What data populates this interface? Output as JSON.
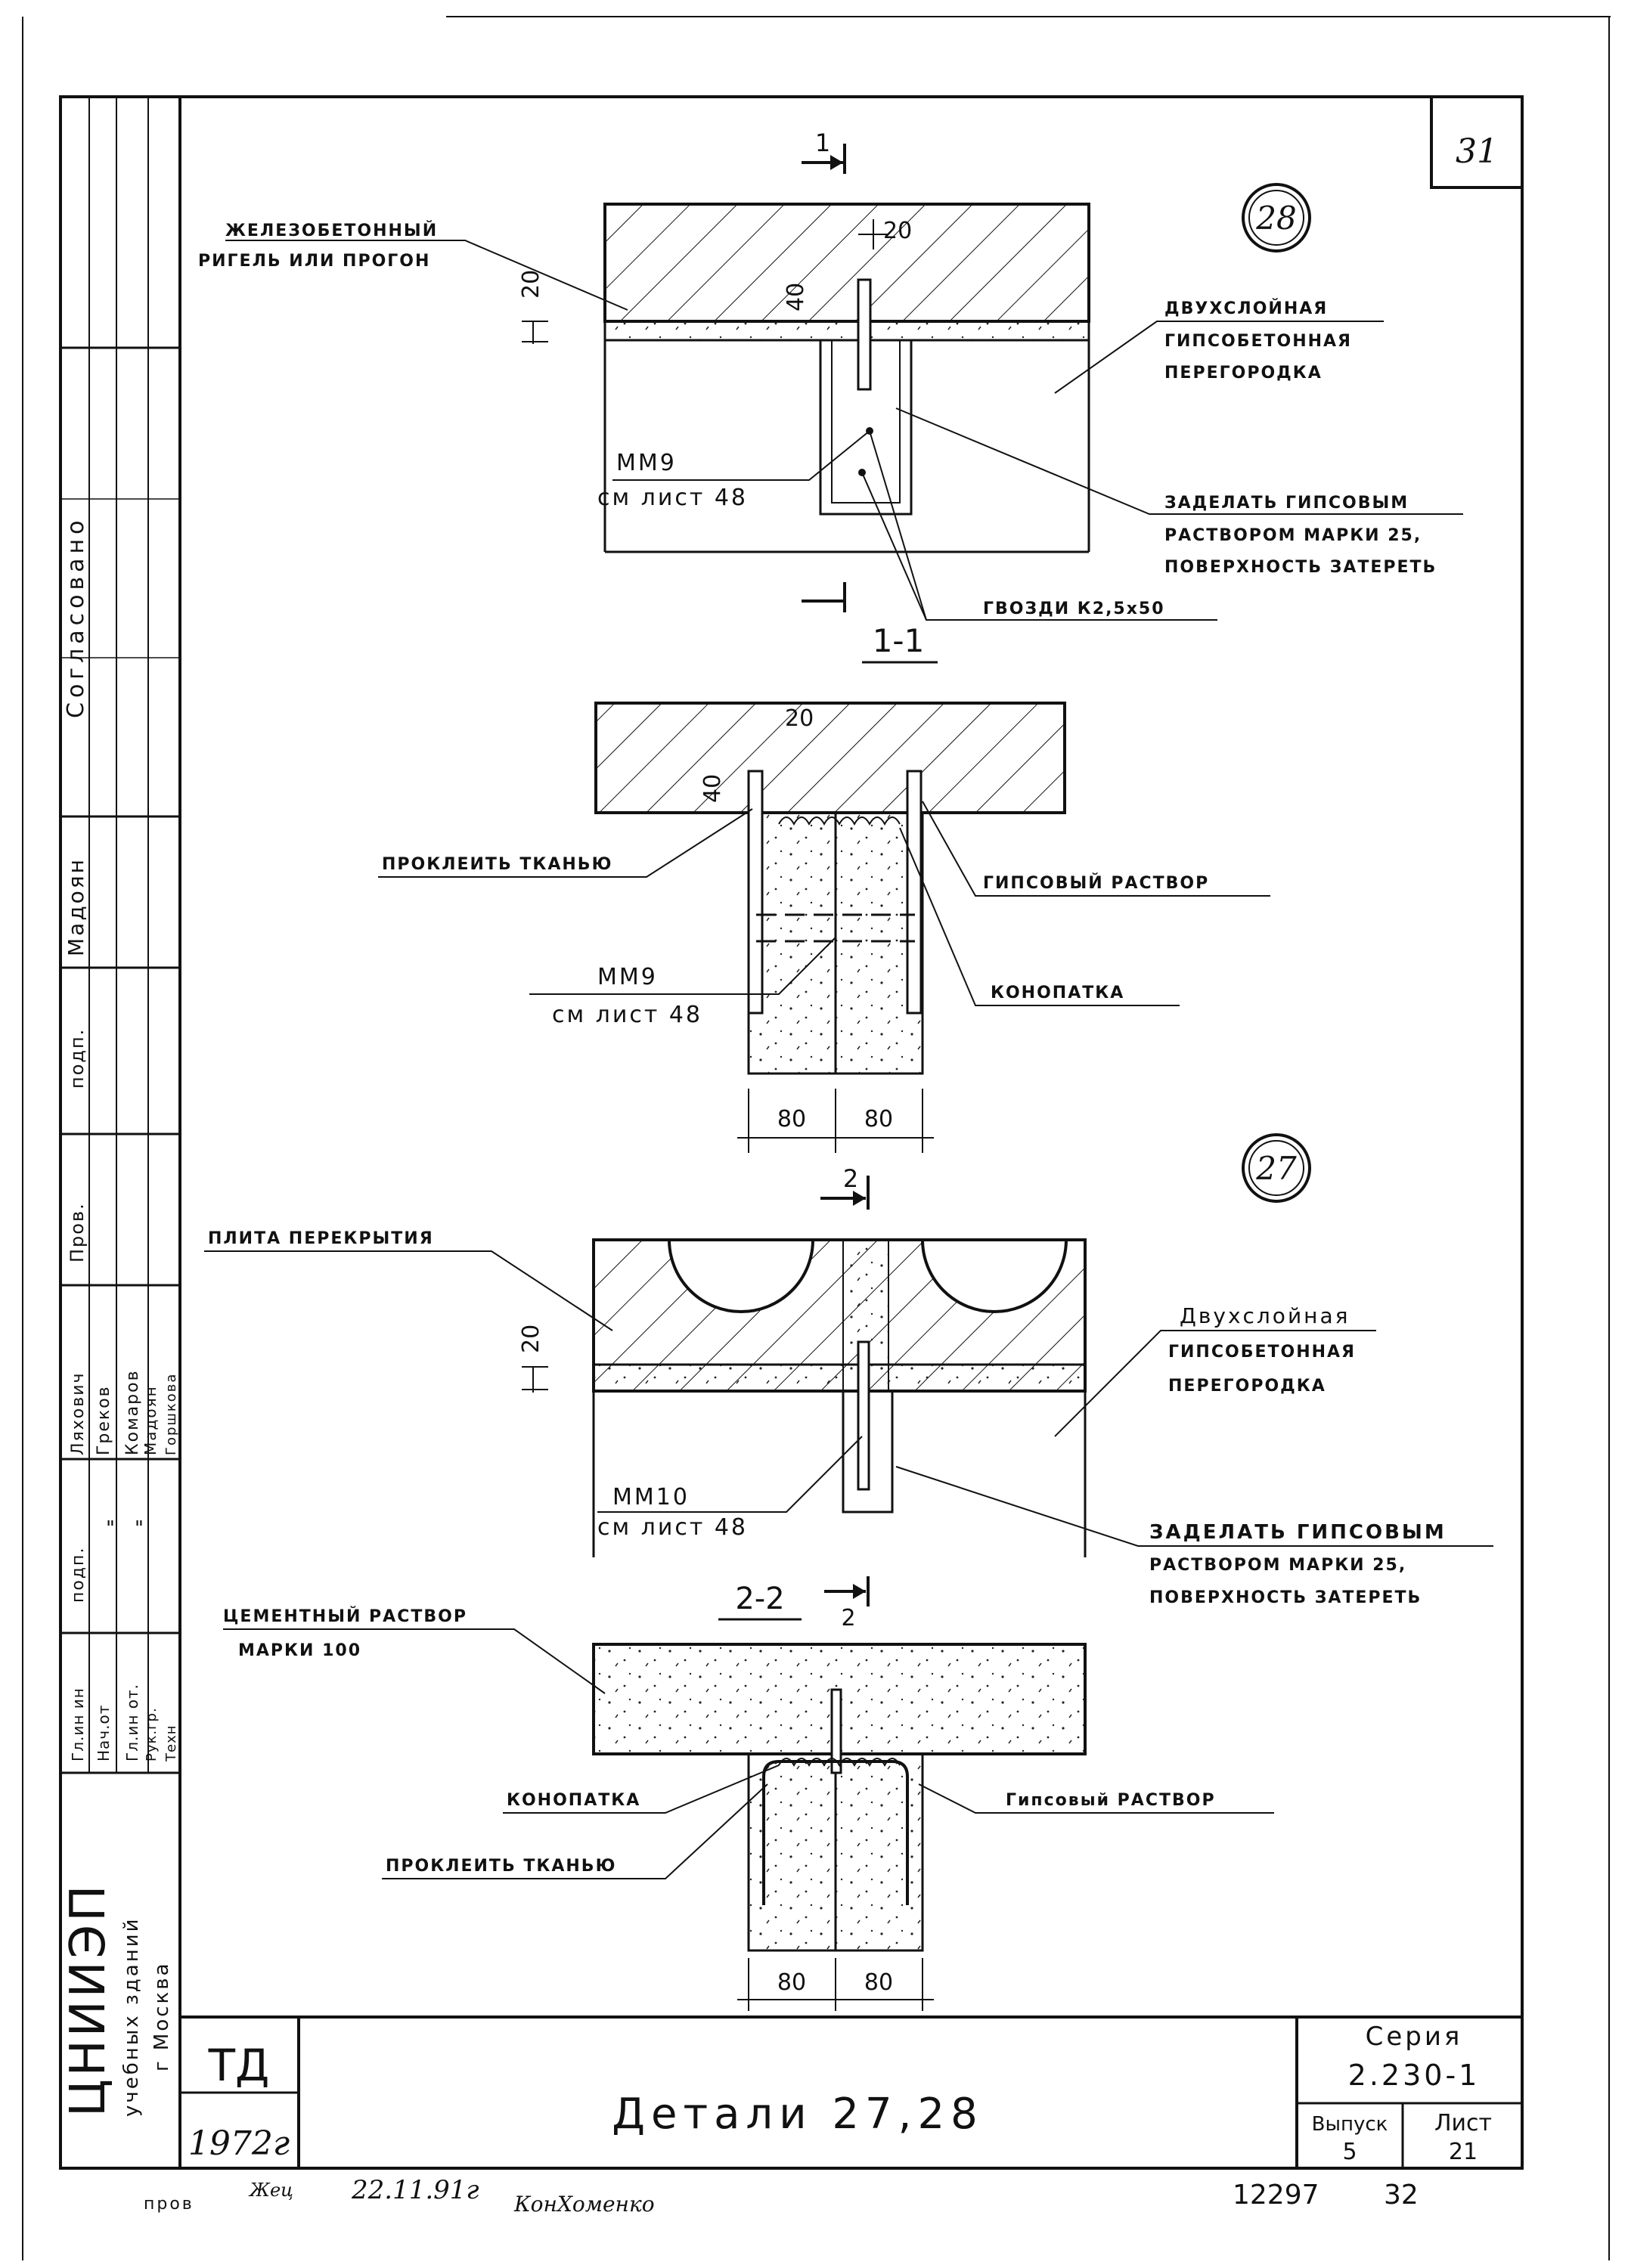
{
  "sheet_number": "31",
  "detail_28": {
    "marker": "28",
    "cut_mark": "1",
    "callouts": {
      "beam": [
        "ЖЕЛЕЗОБЕТОННЫЙ",
        "РИГЕЛЬ ИЛИ ПРОГОН"
      ],
      "partition": [
        "ДВУХСЛОЙНАЯ",
        "ГИПСОБЕТОННАЯ",
        "ПЕРЕГОРОДКА"
      ],
      "part_ref": [
        "ММ9",
        "см лист 48"
      ],
      "seal": [
        "ЗАДЕЛАТЬ ГИПСОВЫМ",
        "РАСТВОРОМ МАРКИ 25,",
        "ПОВЕРХНОСТЬ ЗАТЕРЕТЬ"
      ],
      "nails": "ГВОЗДИ К2,5х50"
    },
    "dims": {
      "d20": "20",
      "d40": "40",
      "top20": "20"
    }
  },
  "section_1_1": {
    "title": "1-1",
    "callouts": {
      "glue": "ПРОКЛЕИТЬ ТКАНЬЮ",
      "plaster": "ГИПСОВЫЙ РАСТВОР",
      "part_ref": [
        "ММ9",
        "см лист 48"
      ],
      "caulk": "КОНОПАТКА"
    },
    "dims": {
      "top20": "20",
      "d40": "40",
      "w1": "80",
      "w2": "80"
    }
  },
  "detail_27": {
    "marker": "27",
    "cut_mark": "2",
    "callouts": {
      "slab": "ПЛИТА ПЕРЕКРЫТИЯ",
      "partition": [
        "Двухслойная",
        "ГИПСОБЕТОННАЯ",
        "ПЕРЕГОРОДКА"
      ],
      "part_ref": [
        "ММ10",
        "см лист 48"
      ],
      "seal": [
        "ЗАДЕЛАТЬ ГИПСОВЫМ",
        "РАСТВОРОМ МАРКИ 25,",
        "ПОВЕРХНОСТЬ ЗАТЕРЕТЬ"
      ]
    },
    "dims": {
      "d20": "20"
    }
  },
  "section_2_2": {
    "title": "2-2",
    "cut_mark": "2",
    "callouts": {
      "mortar": [
        "ЦЕМЕНТНЫЙ РАСТВОР",
        "МАРКИ 100"
      ],
      "caulk": "КОНОПАТКА",
      "plaster": "Гипсовый РАСТВОР",
      "glue": "ПРОКЛЕИТЬ ТКАНЬЮ"
    },
    "dims": {
      "w1": "80",
      "w2": "80"
    }
  },
  "side_stamp": {
    "agreed": "Согласовано",
    "madoyan": "Мадоян",
    "podp": "подп.",
    "prov": "Пров.",
    "names": [
      "Ляхович",
      "Греков",
      "Комаров",
      "Мадоян",
      "Горшкова"
    ],
    "podp2": "подп.",
    "ditto": [
      "\"",
      "\""
    ],
    "roles": [
      "Гл.ин ин",
      "Нач.от",
      "Гл.ин от.",
      "Рук.гр.",
      "Техн"
    ],
    "org": "ЦНИИЭП",
    "org_sub": [
      "учебных зданий",
      "г Москва"
    ]
  },
  "title_block": {
    "code": "ТД",
    "year": "1972г",
    "title": "Детали 27,28",
    "series_label": "Серия",
    "series_value": "2.230-1",
    "issue_label": "Выпуск",
    "issue_value": "5",
    "sheet_label": "Лист",
    "sheet_value": "21"
  },
  "footer": {
    "prov": "пров",
    "sig1": "Жец",
    "date": "22.11.91г",
    "sig2": "КонХоменко",
    "archive_no": "12297",
    "page": "32"
  }
}
